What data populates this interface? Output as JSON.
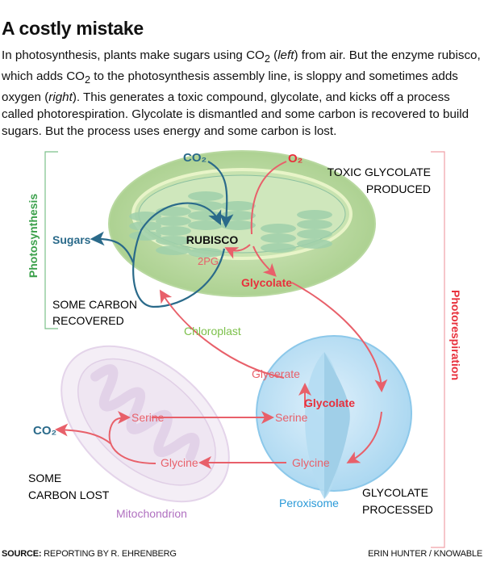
{
  "title": "A costly mistake",
  "intro": {
    "s1": "In photosynthesis, plants make sugars using CO",
    "sub1": "2",
    "s2": " (",
    "left": "left",
    "s3": ") from air. But the enzyme rubisco, which adds CO",
    "sub2": "2",
    "s4": " to the photosynthesis assembly line, is sloppy and sometimes adds oxygen (",
    "right": "right",
    "s5": "). This generates a toxic compound, glycolate, and kicks off a process called photorespiration. Glycolate is dismantled and some carbon is recovered to build sugars. But the process uses energy and some carbon is lost."
  },
  "diagram": {
    "co2_top": "CO₂",
    "o2_top": "O₂",
    "toxic_line1": "TOXIC GLYCOLATE",
    "toxic_line2": "PRODUCED",
    "photosynthesis": "Photosynthesis",
    "photorespiration": "Photorespiration",
    "sugars": "Sugars",
    "rubisco": "RUBISCO",
    "twopg": "2PG",
    "glycolate_chloroplast": "Glycolate",
    "recovered_line1": "SOME CARBON",
    "recovered_line2": "RECOVERED",
    "chloroplast": "Chloroplast",
    "glycerate": "Glycerate",
    "glycolate_peroxisome": "Glycolate",
    "serine_peroxisome": "Serine",
    "serine_mito": "Serine",
    "co2_lost": "CO₂",
    "glycine_mito": "Glycine",
    "glycine_peroxisome": "Glycine",
    "lost_line1": "SOME",
    "lost_line2": "CARBON LOST",
    "mitochondrion": "Mitochondrion",
    "peroxisome": "Peroxisome",
    "processed_line1": "GLYCOLATE",
    "processed_line2": "PROCESSED"
  },
  "footer": {
    "source_label": "SOURCE:",
    "source_text": " REPORTING BY R. EHRENBERG",
    "credit": "ERIN HUNTER / KNOWABLE"
  },
  "colors": {
    "photosynthesis_blue": "#2a6a8a",
    "photorespiration_red": "#e8303c",
    "arrow_pink": "#e8606a",
    "chloroplast_green": "#6fb84a",
    "bracket_green": "#3aa04a",
    "peroxisome_blue": "#2a9ad8",
    "mito_purple": "#b070c0"
  }
}
